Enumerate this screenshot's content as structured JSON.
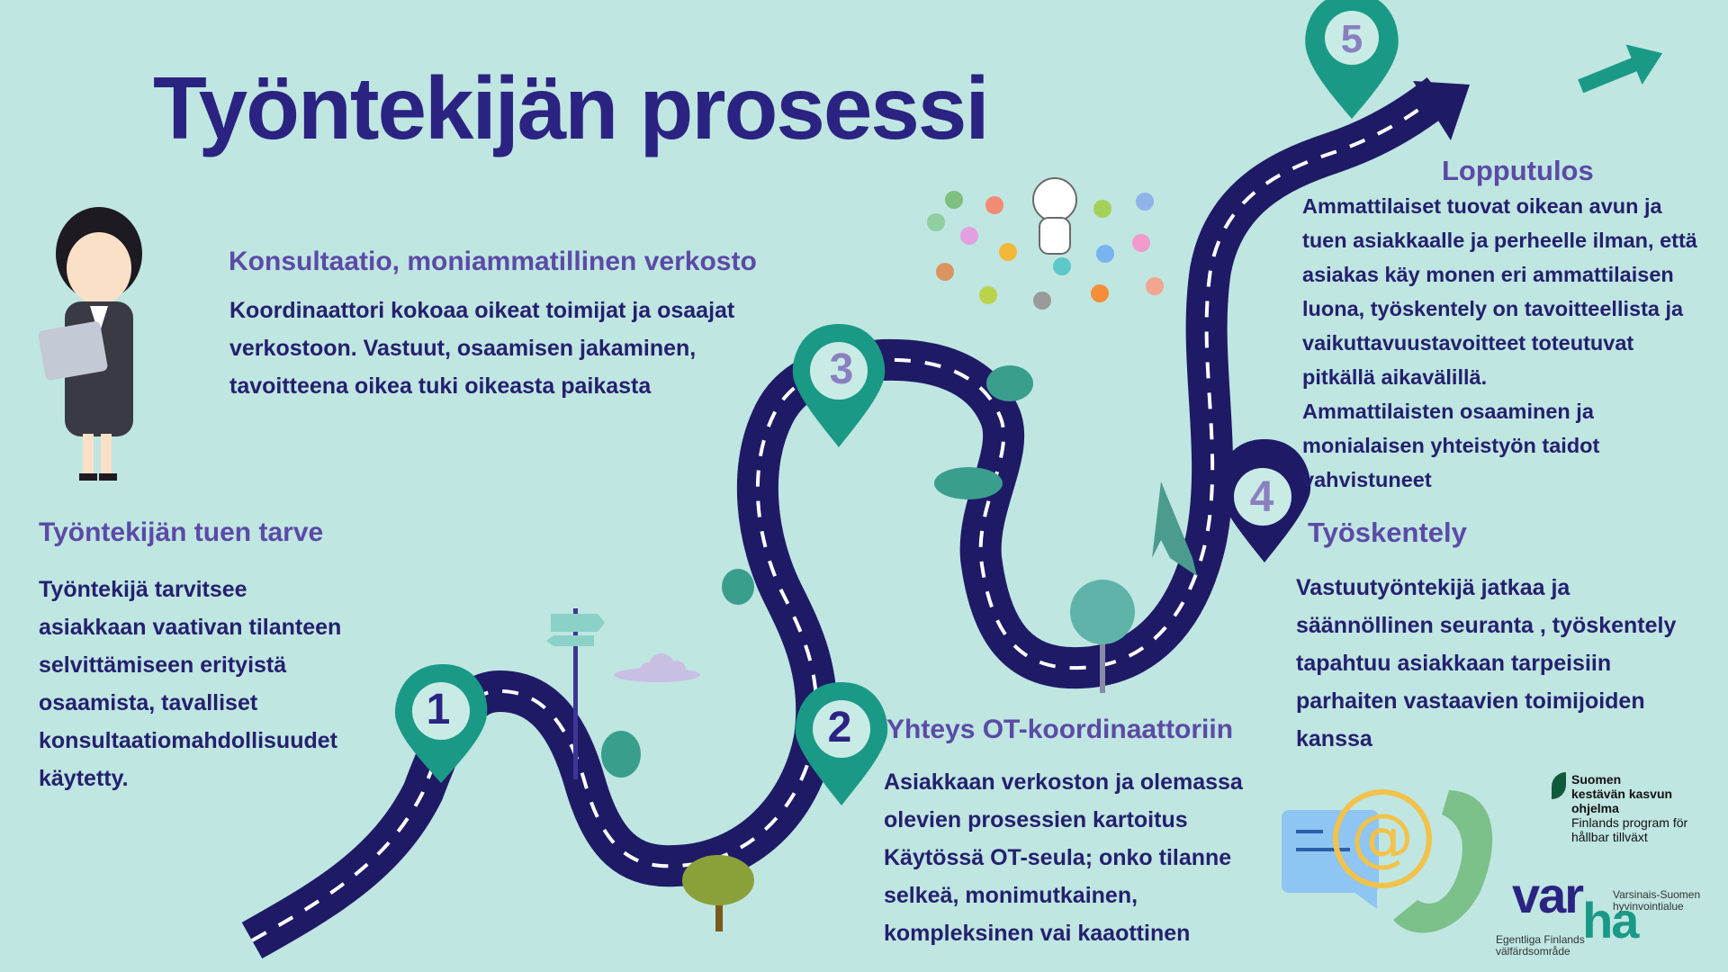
{
  "title": "Työntekijän prosessi",
  "markers": [
    "1",
    "2",
    "3",
    "4",
    "5"
  ],
  "steps": {
    "s1": {
      "heading": "Työntekijän tuen tarve",
      "lines": [
        "Työntekijä tarvitsee",
        "asiakkaan vaativan tilanteen",
        "selvittämiseen erityistä",
        "osaamista, tavalliset",
        "konsultaatiomahdollisuudet",
        "käytetty."
      ]
    },
    "s2": {
      "heading": "Yhteys OT-koordinaattoriin",
      "lines": [
        "Asiakkaan verkoston ja olemassa",
        "olevien prosessien kartoitus",
        "Käytössä OT-seula; onko tilanne",
        "selkeä, monimutkainen,",
        "kompleksinen vai kaaottinen"
      ]
    },
    "s3": {
      "heading": "Konsultaatio, moniammatillinen verkosto",
      "lines": [
        "Koordinaattori kokoaa oikeat toimijat ja osaajat",
        "verkostoon. Vastuut, osaamisen jakaminen,",
        "tavoitteena oikea tuki oikeasta paikasta"
      ]
    },
    "s4": {
      "heading": "Työskentely",
      "lines": [
        "Vastuutyöntekijä jatkaa ja",
        "säännöllinen seuranta , työskentely",
        "tapahtuu asiakkaan tarpeisiin",
        "parhaiten vastaavien toimijoiden",
        "kanssa"
      ]
    },
    "s5": {
      "heading": "Lopputulos",
      "lines": [
        "Ammattilaiset tuovat oikean avun ja",
        "tuen asiakkaalle ja perheelle ilman, että",
        "asiakas käy monen eri ammattilaisen",
        "luona, työskentely on tavoitteellista ja",
        "vaikuttavuustavoitteet toteutuvat",
        "pitkällä aikavälillä.",
        "Ammattilaisten osaaminen ja",
        "monialaisen yhteistyön taidot",
        "vahvistuneet"
      ]
    }
  },
  "logos": {
    "program": [
      "Suomen",
      "kestävän kasvun",
      "ohjelma",
      "Finlands program för",
      "hållbar tillväxt"
    ],
    "varha": {
      "mark_a": "var",
      "mark_b": "ha",
      "fi_1": "Varsinais-Suomen",
      "fi_2": "hyvinvointialue",
      "sv_1": "Egentliga Finlands",
      "sv_2": "välfärdsområde"
    }
  },
  "colors": {
    "background": "#bfe6e1",
    "road": "#1f1a66",
    "marker": "#1a9a86",
    "title": "#2b2382",
    "heading": "#5b4aa6",
    "body": "#24206e"
  },
  "icons": [
    "businesswoman-with-tablet-icon",
    "signpost-icon",
    "cloud-icon",
    "tree-icon",
    "bush-icon",
    "people-network-icon",
    "speech-bubble-icon",
    "at-sign-icon",
    "phone-icon",
    "arrow-icon"
  ]
}
